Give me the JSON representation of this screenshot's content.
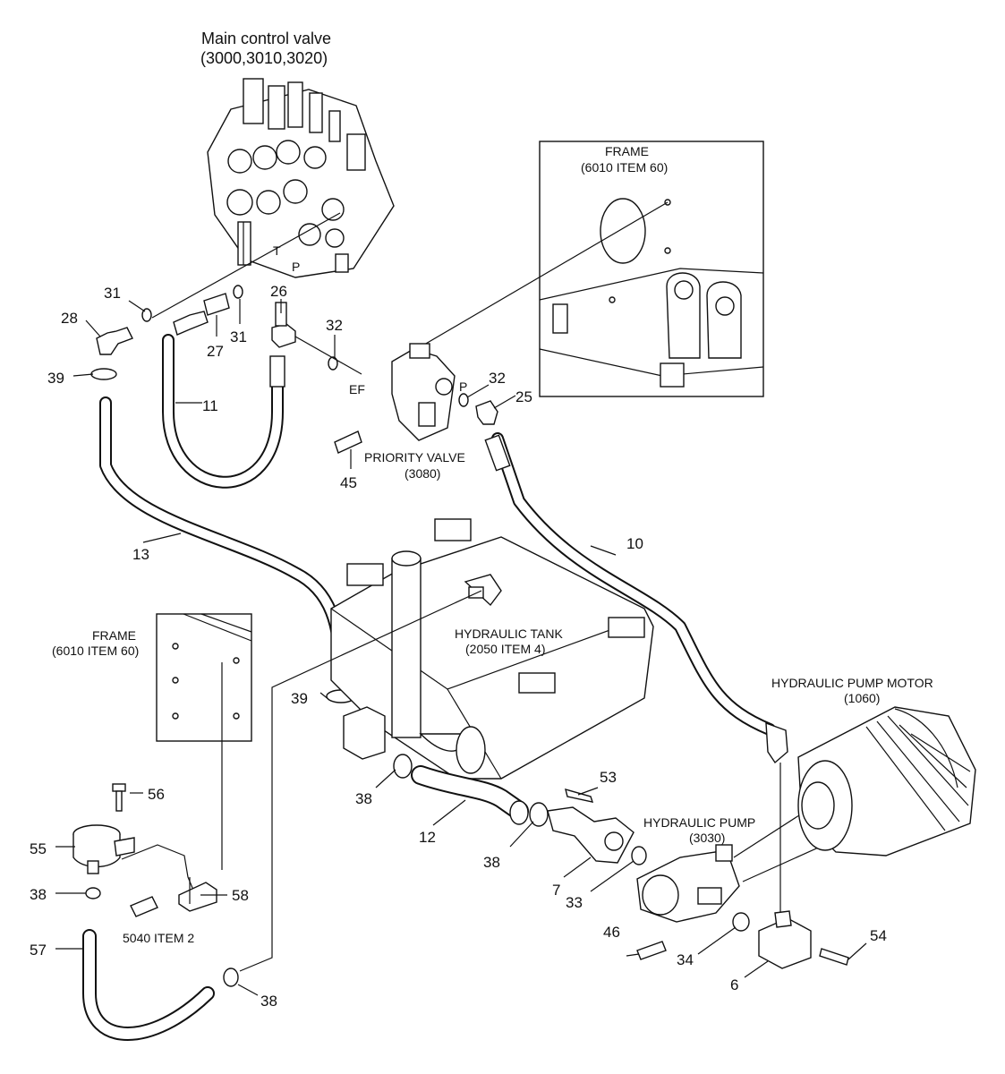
{
  "captions": {
    "main_valve_line1": "Main control valve",
    "main_valve_line2": "(3000,3010,3020)",
    "frame_top_line1": "FRAME",
    "frame_top_line2": "(6010 ITEM 60)",
    "frame_left_line1": "FRAME",
    "frame_left_line2": "(6010 ITEM 60)",
    "priority_valve_line1": "PRIORITY VALVE",
    "priority_valve_line2": "(3080)",
    "hydraulic_tank_line1": "HYDRAULIC TANK",
    "hydraulic_tank_line2": "(2050 ITEM 4)",
    "pump_motor_line1": "HYDRAULIC PUMP MOTOR",
    "pump_motor_line2": "(1060)",
    "pump_line1": "HYDRAULIC PUMP",
    "pump_line2": "(3030)",
    "item_5040": "5040 ITEM 2"
  },
  "port_letters": {
    "t": "T",
    "p_valve": "P",
    "ef": "EF",
    "p_priority": "P"
  },
  "callouts": {
    "n31a": "31",
    "n28": "28",
    "n39a": "39",
    "n27": "27",
    "n31b": "31",
    "n26": "26",
    "n11": "11",
    "n32a": "32",
    "n32b": "32",
    "n25": "25",
    "n45": "45",
    "n13": "13",
    "n10": "10",
    "n39b": "39",
    "n38a": "38",
    "n12": "12",
    "n38b": "38",
    "n53": "53",
    "n7": "7",
    "n33": "33",
    "n56": "56",
    "n55": "55",
    "n38c": "38",
    "n58": "58",
    "n57": "57",
    "n38d": "38",
    "n46": "46",
    "n34": "34",
    "n54": "54",
    "n6": "6"
  }
}
